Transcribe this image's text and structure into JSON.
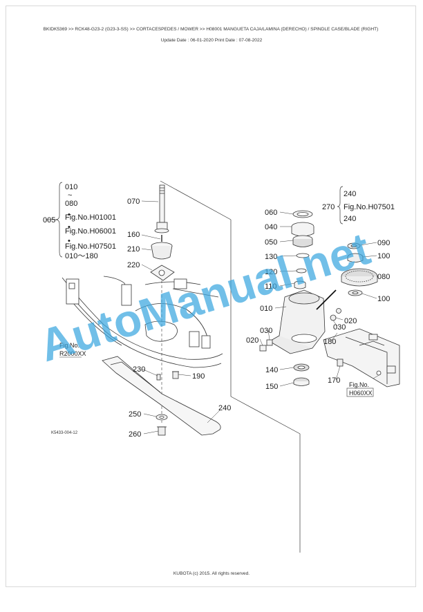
{
  "header": {
    "breadcrumb": "BKIDK5369 >> RCK48-G23-2 (G23-3-SS) >> CORTACESPEDES / MOWER >> H08001   MANGUETA CAJA/LAMINA (DERECHO) / SPINDLE CASE/BLADE (RIGHT)",
    "dates": "Update Date : 06-01-2020   Print Date : 07-08-2022"
  },
  "diagram": {
    "callouts": {
      "c010a": "010",
      "tilde": "~",
      "c080a": "080",
      "dot1": "•",
      "fig_h01001": "Fig.No.H01001",
      "dot2": "•",
      "fig_h06001": "Fig.No.H06001",
      "dot3": "•",
      "fig_h07501a": "Fig.No.H07501",
      "range": "010～180",
      "c005": "005",
      "c070": "070",
      "c160": "160",
      "c210": "210",
      "c220": "220",
      "c230": "230",
      "c190": "190",
      "c250": "250",
      "c260": "260",
      "c240a": "240",
      "c240b": "240",
      "c270": "270",
      "fig_h07501b": "Fig.No.H07501",
      "c240c": "240",
      "c060": "060",
      "c040": "040",
      "c050": "050",
      "c130": "130",
      "c120": "120",
      "c110": "110",
      "c010b": "010",
      "c090": "090",
      "c100a": "100",
      "c080b": "080",
      "c100b": "100",
      "c020a": "020",
      "c030a": "030",
      "c030b": "030",
      "c020b": "020",
      "c180": "180",
      "c140": "140",
      "c150": "150",
      "c170": "170",
      "fig_label_1": "Fig.No.",
      "fig_r2000": "R2000XX",
      "fig_label_2": "Fig.No.",
      "fig_h060": "H060XX"
    },
    "drawing_code": "K5433-004-12",
    "watermark": "AutoManual.net"
  },
  "footer": {
    "copyright": "KUBOTA (c) 2015. All rights reserved."
  }
}
